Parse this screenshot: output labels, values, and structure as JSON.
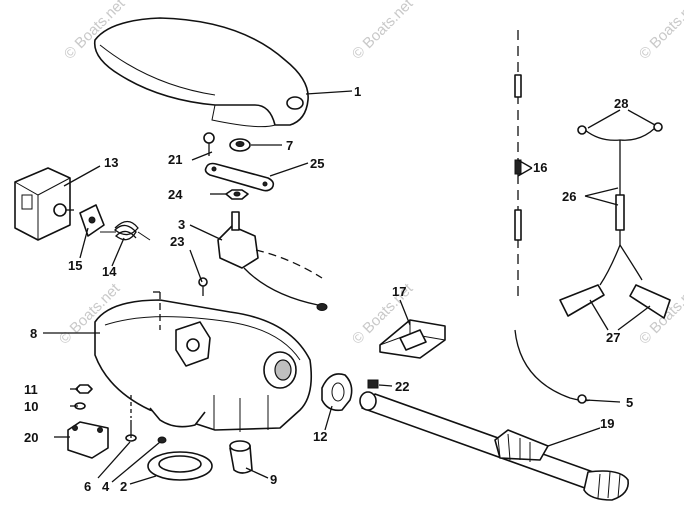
{
  "watermark": "© Boats.net",
  "callouts": [
    "1",
    "2",
    "4",
    "5",
    "6",
    "7",
    "8",
    "9",
    "10",
    "11",
    "12",
    "13",
    "14",
    "15",
    "16",
    "17",
    "19",
    "20",
    "21",
    "22",
    "23",
    "24",
    "25",
    "26",
    "27",
    "28",
    "3"
  ]
}
